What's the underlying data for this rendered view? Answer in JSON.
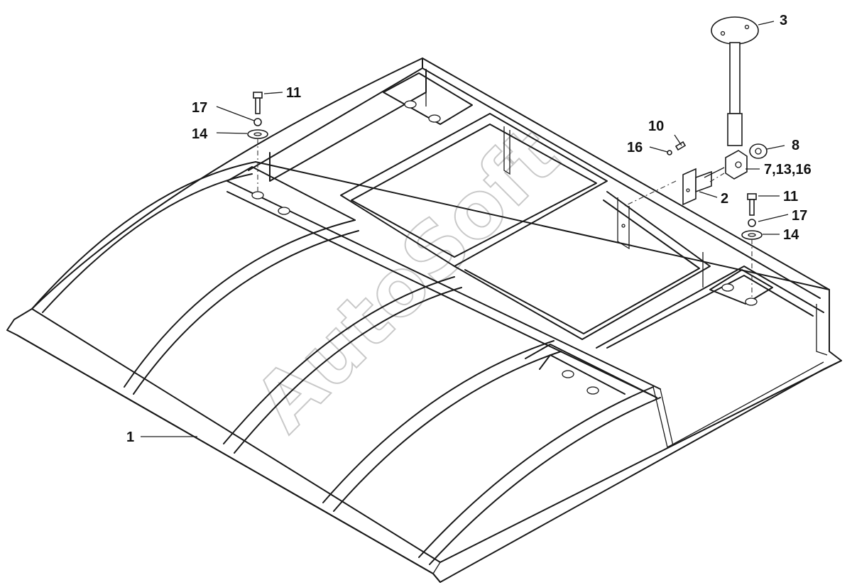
{
  "watermark": "AutoSoft",
  "callouts": [
    {
      "id": "part-1",
      "text": "1"
    },
    {
      "id": "part-2",
      "text": "2"
    },
    {
      "id": "part-3",
      "text": "3"
    },
    {
      "id": "part-8",
      "text": "8"
    },
    {
      "id": "part-7-13-16",
      "text": "7,13,16"
    },
    {
      "id": "part-10",
      "text": "10"
    },
    {
      "id": "part-16",
      "text": "16"
    },
    {
      "id": "part-11-left",
      "text": "11"
    },
    {
      "id": "part-17-left",
      "text": "17"
    },
    {
      "id": "part-14-left",
      "text": "14"
    },
    {
      "id": "part-11-right",
      "text": "11"
    },
    {
      "id": "part-17-right",
      "text": "17"
    },
    {
      "id": "part-14-right",
      "text": "14"
    }
  ]
}
